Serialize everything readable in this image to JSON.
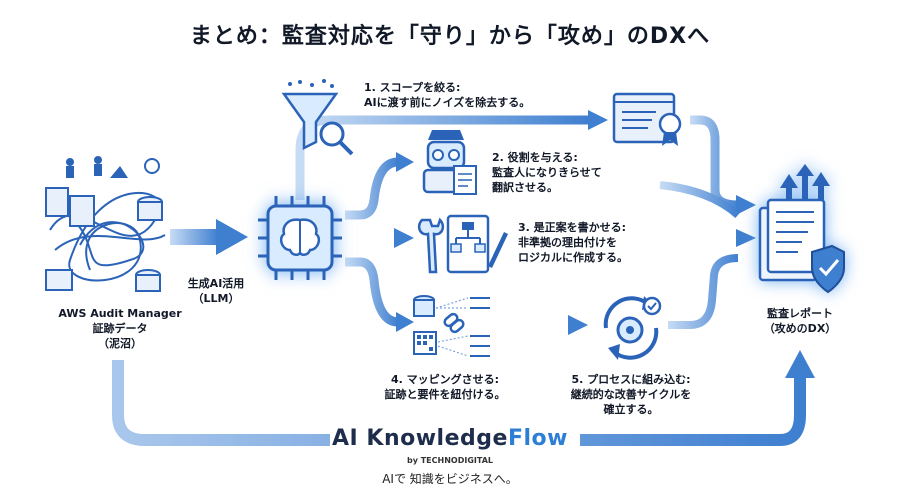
{
  "title": "まとめ：監査対応を「守り」から「攻め」のDXへ",
  "source": {
    "line1": "AWS Audit Manager",
    "line2": "証跡データ",
    "line3": "（泥沼）"
  },
  "llm": {
    "line1": "生成AI活用",
    "line2": "（LLM）"
  },
  "steps": [
    {
      "title": "1. スコープを絞る:",
      "desc1": "AIに渡す前にノイズを除去する。",
      "desc2": ""
    },
    {
      "title": "2. 役割を与える:",
      "desc1": "監査人になりきらせて",
      "desc2": "翻訳させる。"
    },
    {
      "title": "3. 是正案を書かせる:",
      "desc1": "非準拠の理由付けを",
      "desc2": "ロジカルに作成する。"
    },
    {
      "title": "4. マッピングさせる:",
      "desc1": "証跡と要件を紐付ける。",
      "desc2": ""
    },
    {
      "title": "5. プロセスに組み込む:",
      "desc1": "継続的な改善サイクルを",
      "desc2": "確立する。"
    }
  ],
  "output": {
    "line1": "監査レポート",
    "line2": "（攻めのDX）"
  },
  "brand": {
    "name_a": "AI Knowledge",
    "name_b": "Flow",
    "by": "by TECHNODIGITAL",
    "tagline": "AIで 知識をビジネスへ。"
  },
  "colors": {
    "arrow": "#4f8fd8",
    "arrow_light": "#b9d5f3",
    "icon": "#2a63b8",
    "chip_glow": "#5aa8f5"
  }
}
